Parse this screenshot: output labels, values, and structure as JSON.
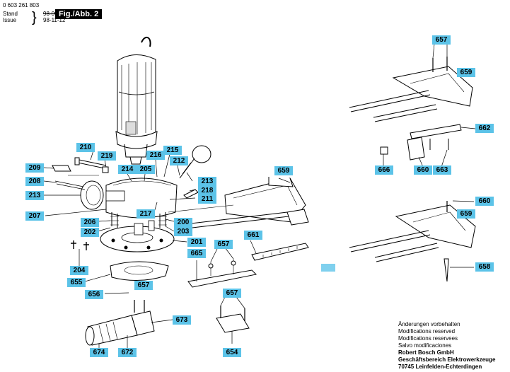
{
  "header": {
    "part_number": "0 603 261 803",
    "stand_label": "Stand",
    "issue_label": "Issue",
    "old_date": "98-09",
    "date": "98-11-12",
    "figure": "Fig./Abb. 2"
  },
  "labels": {
    "l210": "210",
    "l219": "219",
    "l216": "216",
    "l215": "215",
    "l214": "214",
    "l205": "205",
    "l212": "212",
    "l209": "209",
    "l208": "208",
    "l213a": "213",
    "l213b": "213",
    "l218": "218",
    "l211": "211",
    "l217": "217",
    "l207": "207",
    "l206": "206",
    "l202": "202",
    "l200": "200",
    "l203": "203",
    "l201": "201",
    "l204": "204",
    "l655": "655",
    "l656": "656",
    "l657a": "657",
    "l673": "673",
    "l674": "674",
    "l672": "672",
    "l659a": "659",
    "l665": "665",
    "l657b": "657",
    "l661": "661",
    "l657c": "657",
    "l654": "654",
    "l657d": "657",
    "l659b": "659",
    "l662": "662",
    "l666": "666",
    "l660a": "660",
    "l663": "663",
    "l660b": "660",
    "l659c": "659",
    "l658": "658"
  },
  "footer": {
    "line1": "Änderungen vorbehalten",
    "line2": "Modifications reserved",
    "line3": "Modifications reservees",
    "line4": "Salvo modificaciones",
    "company": "Robert Bosch GmbH",
    "division": "Geschäftsbereich Elektrowerkzeuge",
    "address": "70745 Leinfelden-Echterdingen"
  }
}
